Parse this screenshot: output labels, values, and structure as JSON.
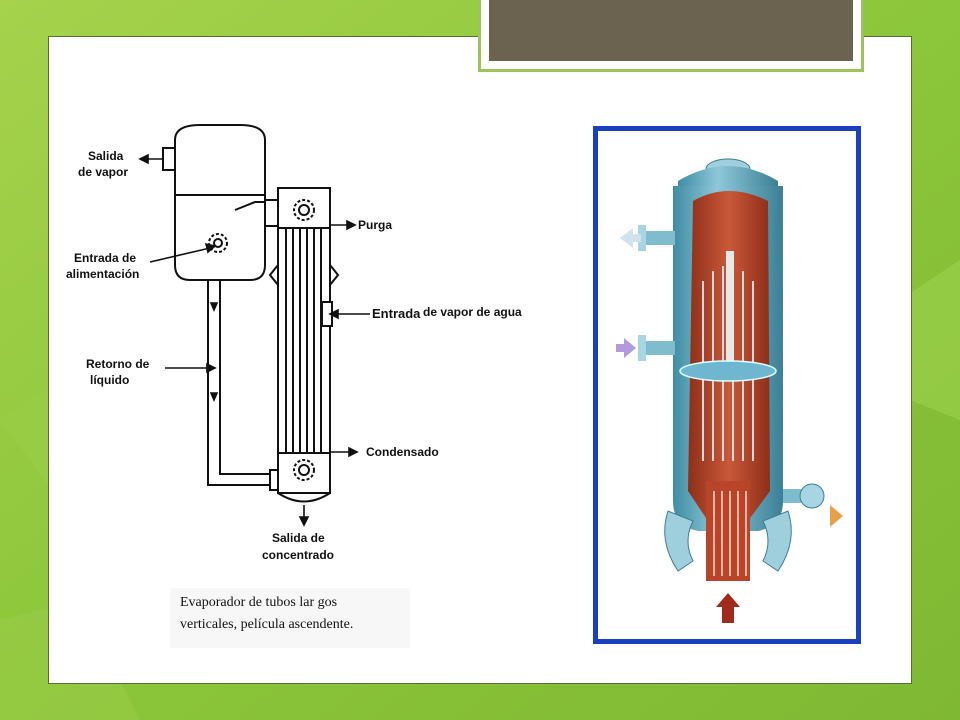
{
  "diagram": {
    "labels": {
      "salida_vapor_1": "Salida",
      "salida_vapor_2": "de vapor",
      "entrada_alim_1": "Entrada de",
      "entrada_alim_2": "alimentación",
      "purga": "Purga",
      "entrada_vapor": "Entrada",
      "entrada_vapor_agua": "de vapor de agua",
      "retorno_1": "Retorno de",
      "retorno_2": "líquido",
      "condensado": "Condensado",
      "salida_conc_1": "Salida de",
      "salida_conc_2": "concentrado"
    },
    "caption": {
      "line1": "Evaporador   de   tubos lar gos",
      "line2": "verticales,  película  ascendente."
    }
  },
  "colors": {
    "background_green": "#8fc43a",
    "title_bar": "#6b6350",
    "frame_blue": "#1a3fbf",
    "vessel_teal": "#5fa8bd",
    "interior_red": "#b8452a"
  }
}
